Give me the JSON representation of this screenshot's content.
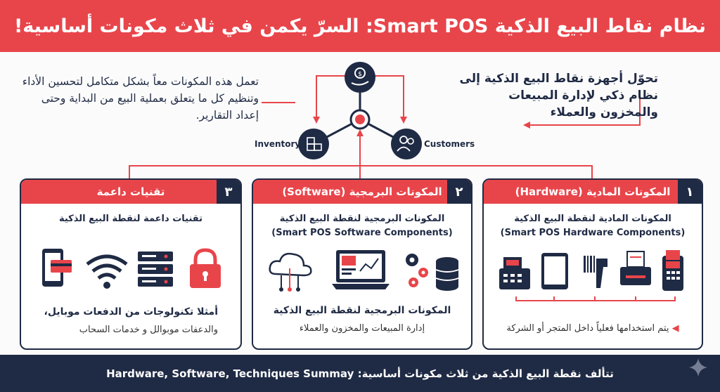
{
  "header": {
    "title": "نظام نقاط البيع الذكية Smart POS: السرّ يكمن في ثلاث مكونات أساسية!"
  },
  "intro": {
    "right": "تحوّل أجهزة نقاط البيع الذكية إلى نظام ذكي لإدارة المبيعات والمخزون والعملاء",
    "left": "تعمل هذه المكونات معاً بشكل متكامل لتحسين الأداء وتنظيم كل ما يتعلق بعملية البيع من البداية وحتى إعداد التقارير."
  },
  "diagram": {
    "inventory_label": "Inventory",
    "customers_label": "Customers",
    "top_icon": "money-hand-icon",
    "left_icon": "boxes-icon",
    "right_icon": "users-icon"
  },
  "cards": [
    {
      "number": "١",
      "title": "المكونات المادية (Hardware)",
      "subtitle1": "المكونات المادية لنقطة البيع الذكية",
      "subtitle2": "(Smart POS Hardware Components)",
      "note": "يتم استخدامها فعلياً داخل المتجر أو الشركة",
      "icons": [
        "cash-register-icon",
        "tablet-icon",
        "barcode-scanner-icon",
        "receipt-printer-icon",
        "card-terminal-icon"
      ]
    },
    {
      "number": "٢",
      "title": "المكونات البرمجية (Software)",
      "subtitle1": "المكونات البرمجية لنقطة البيع الذكية",
      "subtitle2": "(Smart POS Software Components)",
      "foot_title": "المكونات البرمجية لنقطة البيع الذكية",
      "foot_text": "إدارة المبيعات والمخزون والعملاء",
      "icons": [
        "cloud-icon",
        "laptop-dashboard-icon",
        "gears-database-icon"
      ]
    },
    {
      "number": "٣",
      "title": "تقنيات داعمة",
      "subtitle1": "تقنيات داعمة لنقطة البيع الذكية",
      "foot_title": "أمثلا تكنولوجات من الدفعات موبايل،",
      "foot_text": "والدعفات موبوالل و خدمات السحاب",
      "icons": [
        "mobile-payment-icon",
        "wifi-icon",
        "server-icon",
        "lock-icon"
      ]
    }
  ],
  "footer": {
    "text": "تتألف نقطة البيع الذكية من ثلاث مكونات أساسية: Hardware, Software, Techniques Summay"
  },
  "colors": {
    "accent": "#e8454b",
    "navy": "#1f2a44"
  }
}
